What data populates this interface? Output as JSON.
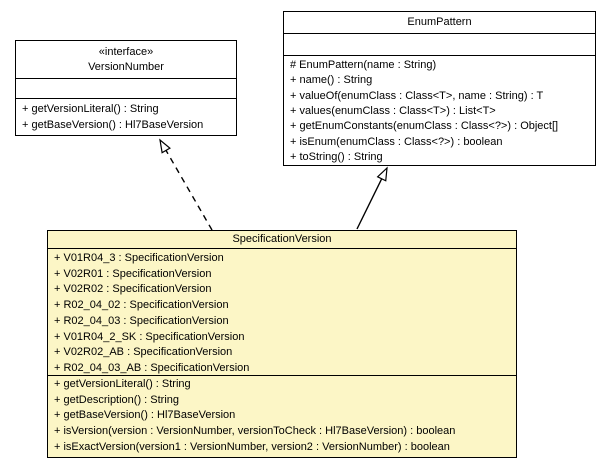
{
  "colors": {
    "highlight_class_fill": "#FCF6C6",
    "box_fill": "#FFFFFF",
    "border": "#000000"
  },
  "version_number": {
    "stereotype": "«interface»",
    "name": "VersionNumber",
    "methods": [
      "+ getVersionLiteral() : String",
      "+ getBaseVersion() : Hl7BaseVersion"
    ]
  },
  "enum_pattern": {
    "name": "EnumPattern",
    "methods": [
      "# EnumPattern(name : String)",
      "+ name() : String",
      "+ valueOf(enumClass : Class<T>, name : String) : T",
      "+ values(enumClass : Class<T>) : List<T>",
      "+ getEnumConstants(enumClass : Class<?>) : Object[]",
      "+ isEnum(enumClass : Class<?>) : boolean",
      "+ toString() : String"
    ]
  },
  "specification_version": {
    "name": "SpecificationVersion",
    "fields": [
      "+ V01R04_3 : SpecificationVersion",
      "+ V02R01 : SpecificationVersion",
      "+ V02R02 : SpecificationVersion",
      "+ R02_04_02 : SpecificationVersion",
      "+ R02_04_03 : SpecificationVersion",
      "+ V01R04_2_SK : SpecificationVersion",
      "+ V02R02_AB : SpecificationVersion",
      "+ R02_04_03_AB : SpecificationVersion"
    ],
    "methods": [
      "+ getVersionLiteral() : String",
      "+ getDescription() : String",
      "+ getBaseVersion() : Hl7BaseVersion",
      "+ isVersion(version : VersionNumber, versionToCheck : Hl7BaseVersion) : boolean",
      "+ isExactVersion(version1 : VersionNumber, version2 : VersionNumber) : boolean"
    ]
  },
  "relations": {
    "implements": {
      "from": "SpecificationVersion",
      "to": "VersionNumber",
      "line": "dashed",
      "arrowhead": "hollow-triangle"
    },
    "extends": {
      "from": "SpecificationVersion",
      "to": "EnumPattern",
      "line": "solid",
      "arrowhead": "hollow-triangle"
    }
  }
}
